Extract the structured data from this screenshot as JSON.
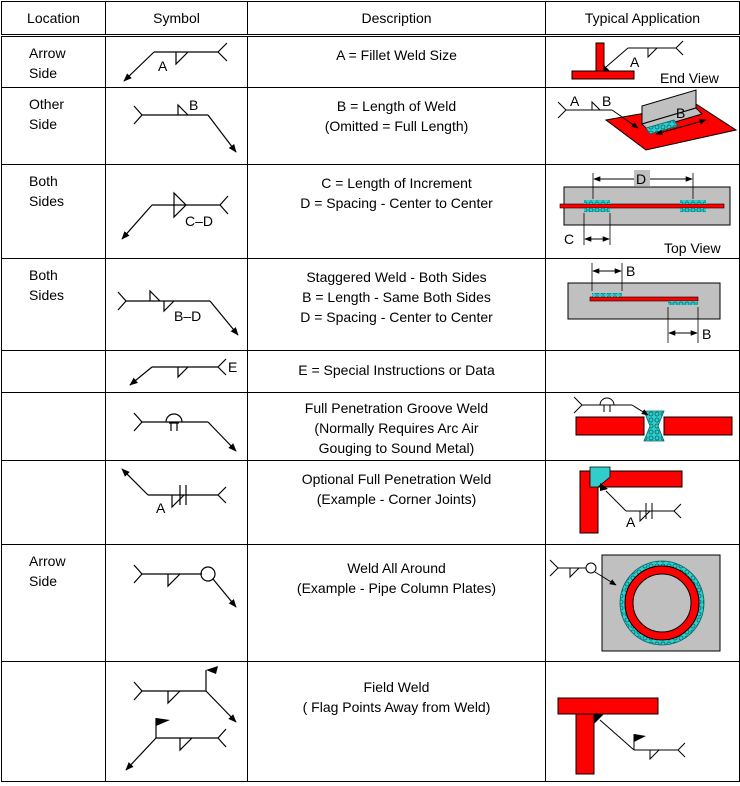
{
  "headers": {
    "location": "Location",
    "symbol": "Symbol",
    "description": "Description",
    "application": "Typical Application"
  },
  "rows": [
    {
      "location": [
        "Arrow",
        "Side"
      ],
      "description": [
        "A = Fillet Weld Size"
      ],
      "symbol_labels": [
        "A"
      ],
      "application_labels": [
        "A",
        "End View"
      ]
    },
    {
      "location": [
        "Other",
        "Side"
      ],
      "description": [
        "B = Length of Weld",
        "(Omitted = Full Length)"
      ],
      "symbol_labels": [
        "B"
      ],
      "application_labels": [
        "A",
        "B",
        "B"
      ]
    },
    {
      "location": [
        "Both",
        "Sides"
      ],
      "description": [
        "C = Length of Increment",
        "D = Spacing - Center to Center"
      ],
      "symbol_labels": [
        "C–D"
      ],
      "application_labels": [
        "D",
        "C",
        "Top View"
      ]
    },
    {
      "location": [
        "Both",
        "Sides"
      ],
      "description": [
        "Staggered Weld - Both Sides",
        "B = Length - Same Both Sides",
        "D = Spacing - Center to Center"
      ],
      "symbol_labels": [
        "B–D"
      ],
      "application_labels": [
        "B",
        "B"
      ]
    },
    {
      "location": [],
      "description": [
        "E = Special Instructions or Data"
      ],
      "symbol_labels": [
        "E"
      ],
      "application_labels": []
    },
    {
      "location": [],
      "description": [
        "Full Penetration Groove Weld",
        "(Normally Requires Arc Air",
        "Gouging to Sound Metal)"
      ],
      "symbol_labels": [],
      "application_labels": []
    },
    {
      "location": [],
      "description": [
        "Optional Full Penetration Weld",
        "(Example - Corner Joints)"
      ],
      "symbol_labels": [
        "A"
      ],
      "application_labels": [
        "A"
      ]
    },
    {
      "location": [
        "Arrow",
        "Side"
      ],
      "description": [
        "Weld All Around",
        "(Example - Pipe Column Plates)"
      ],
      "symbol_labels": [],
      "application_labels": []
    },
    {
      "location": [],
      "description": [
        "Field Weld",
        "( Flag Points Away from Weld)"
      ],
      "symbol_labels": [],
      "application_labels": []
    }
  ],
  "colors": {
    "steel_red": "#ff0000",
    "plate_gray": "#c0c0c0",
    "weld_teal": "#33cccc",
    "line": "#000000"
  }
}
